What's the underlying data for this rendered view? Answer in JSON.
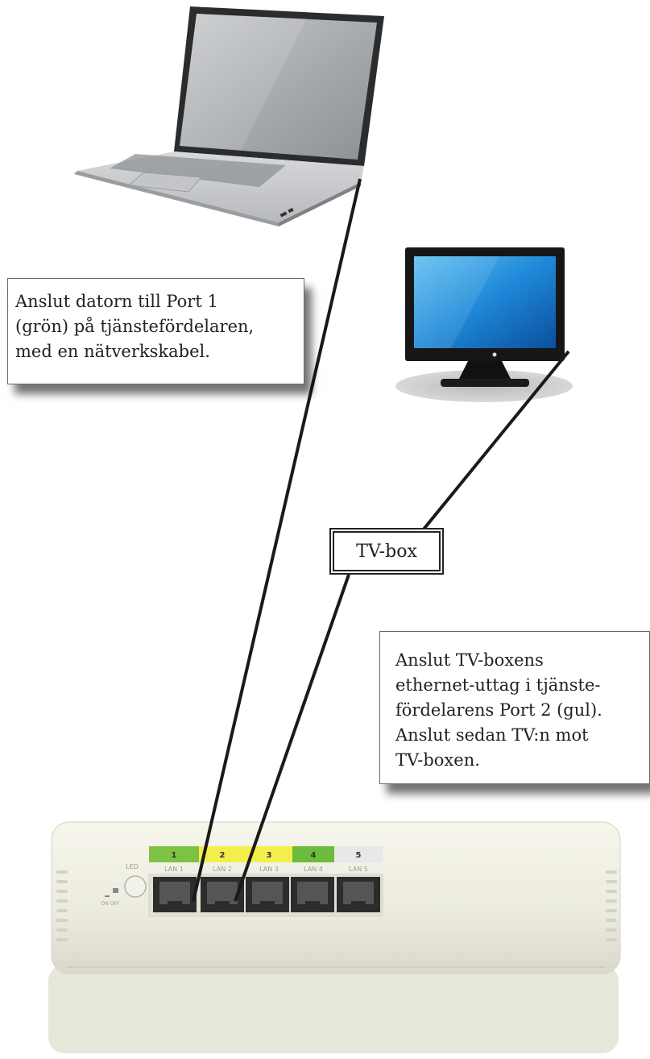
{
  "note_laptop": {
    "lines": [
      "Anslut datorn till Port 1",
      "(grön) på tjänstefördelaren,",
      "med en nätverkskabel."
    ]
  },
  "note_tvbox": {
    "lines": [
      "Anslut TV-boxens",
      "ethernet-uttag i tjänste-",
      "fördelarens Port 2 (gul).",
      "Anslut sedan TV:n mot",
      "TV-boxen."
    ]
  },
  "tvbox_label": "TV-box",
  "router": {
    "led_label": "LED",
    "switch_label": "ON  OFF",
    "ports": [
      {
        "number": "1",
        "lan": "LAN 1",
        "color": "#7dc242"
      },
      {
        "number": "2",
        "lan": "LAN 2",
        "color": "#f4ee4a"
      },
      {
        "number": "3",
        "lan": "LAN 3",
        "color": "#f4ee4a"
      },
      {
        "number": "4",
        "lan": "LAN 4",
        "color": "#6cbb3c"
      },
      {
        "number": "5",
        "lan": "LAN 5",
        "color": "#e8e8ea"
      }
    ]
  },
  "colors": {
    "cable": "#1a1a1a",
    "router_body": "#efeee3",
    "tv_screen": "#1e88d8"
  }
}
